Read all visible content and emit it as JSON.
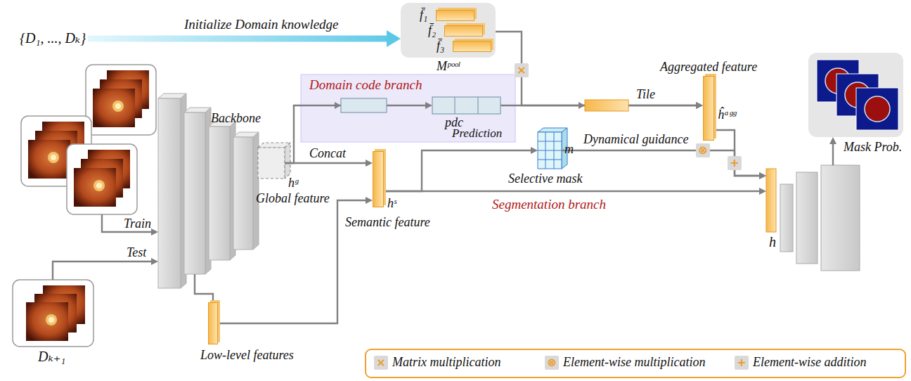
{
  "diagram": {
    "nodes": [
      {
        "text": [
          "{D₁, ..., Dₖ}"
        ]
      },
      {
        "text": [
          "Mᵖᵒᵒˡ"
        ]
      },
      {
        "text": [
          "f̄₁"
        ],
        "in": 1
      },
      {
        "text": [
          "f̄₂"
        ],
        "in": 1
      },
      {
        "text": [
          "f̄₃"
        ],
        "in": 1
      },
      {
        "text": [
          "Mask Prob."
        ]
      },
      {
        "text": [
          "Domain code branch"
        ]
      },
      {
        "text": [
          "pdc",
          "Prediction"
        ],
        "in": 6
      },
      {
        "text": [
          "Aggregated feature",
          "ĥᵃᵍᵍ"
        ]
      },
      {
        "text": [
          "Backbone"
        ]
      },
      {
        "text": [
          "hᵍ",
          "Global feature"
        ],
        "in": 9
      },
      {
        "text": [
          "m",
          "Selective mask"
        ]
      },
      {
        "text": [
          "hˢ",
          "Semantic feature"
        ]
      },
      {
        "text": [
          "Low-level features"
        ]
      },
      {
        "text": [
          "h"
        ]
      },
      {
        "text": [
          "Dₖ₊₁"
        ]
      }
    ],
    "edges": [
      {
        "from": 0,
        "to": 1,
        "arrow": "to",
        "label": "Initialize Domain knowledge"
      },
      {
        "from": 10,
        "to": 7,
        "arrow": "to"
      },
      {
        "from": 1,
        "to": 8,
        "arrow": "to"
      },
      {
        "from": 7,
        "to": 8,
        "arrow": "to",
        "label": "Tile"
      },
      {
        "from": 10,
        "to": 12,
        "arrow": "to",
        "label": "Concat"
      },
      {
        "from": 13,
        "to": 12,
        "arrow": "to"
      },
      {
        "from": 12,
        "to": 11,
        "arrow": "to"
      },
      {
        "from": 11,
        "to": 14,
        "arrow": "to",
        "label": "Dynamical guidance"
      },
      {
        "from": 8,
        "to": 14,
        "arrow": "to"
      },
      {
        "from": 12,
        "to": 14,
        "arrow": "to",
        "label": "Segmentation branch"
      },
      {
        "from": 14,
        "to": 5,
        "arrow": "to"
      },
      {
        "from": 15,
        "to": 9,
        "arrow": "to",
        "label": "Test"
      }
    ],
    "labels": [
      "Train",
      "×",
      "⊗",
      "+",
      "×",
      "⊗",
      "+"
    ],
    "legend": [
      {
        "text": "Matrix multiplication"
      },
      {
        "text": "Element-wise multiplication"
      },
      {
        "text": "Element-wise addition"
      }
    ]
  }
}
